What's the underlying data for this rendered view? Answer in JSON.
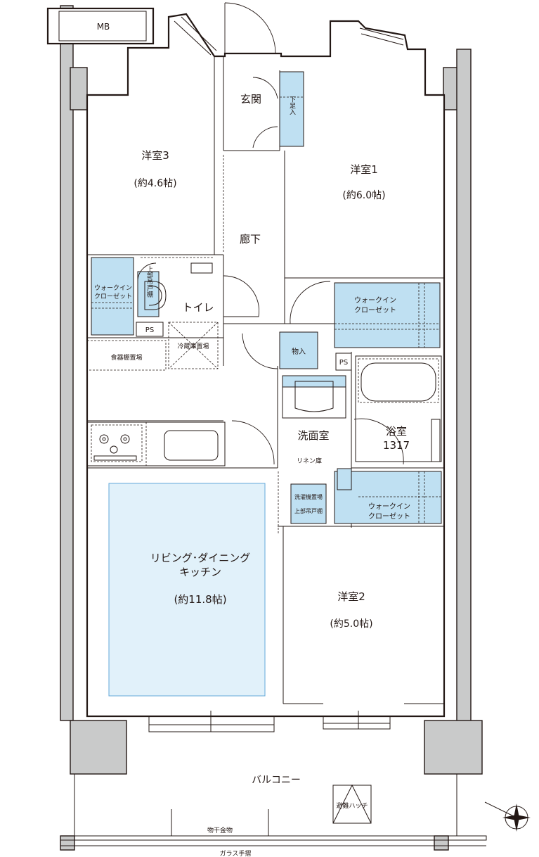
{
  "rooms": {
    "mb": "MB",
    "bedroom3_name": "洋室3",
    "bedroom3_size": "(約4.6帖)",
    "entrance": "玄関",
    "shoe_cabinet": "下足入",
    "bedroom1_name": "洋室1",
    "bedroom1_size": "(約6.0帖)",
    "corridor": "廊下",
    "wic_left": [
      "ウォークイン",
      "クローゼット"
    ],
    "upper_cabinet_toilet": "上部吊戸棚",
    "toilet": "トイレ",
    "wic_bed1": [
      "ウォークイン",
      "クローゼット"
    ],
    "ps_left": "PS",
    "storage": "物入",
    "ps_right": "PS",
    "dish_shelf": "食器棚置場",
    "fridge": "冷蔵庫置場",
    "washroom": "洗面室",
    "bathroom_name": "浴室",
    "bathroom_size": "1317",
    "linen": "リネン庫",
    "washer": "洗濯機置場",
    "washer_upper": "上部吊戸棚",
    "wic_bed2": [
      "ウォークイン",
      "クローゼット"
    ],
    "ldk_name": [
      "リビング･ダイニング",
      "キッチン"
    ],
    "ldk_size": "(約11.8帖)",
    "bedroom2_name": "洋室2",
    "bedroom2_size": "(約5.0帖)",
    "balcony": "バルコニー",
    "hatch": "避難ハッチ",
    "clothes_rail": "物干金物",
    "glass_rail": "ガラス手摺"
  },
  "colors": {
    "line": "#231815",
    "storage_fill": "#bfe0f2",
    "ldk_fill": "#e1f1fa",
    "structure_fill": "#c9caca"
  },
  "icons": [
    "compass-rose-icon",
    "gas-stove-icon",
    "bathtub-icon",
    "sink-icon",
    "toilet-icon"
  ]
}
